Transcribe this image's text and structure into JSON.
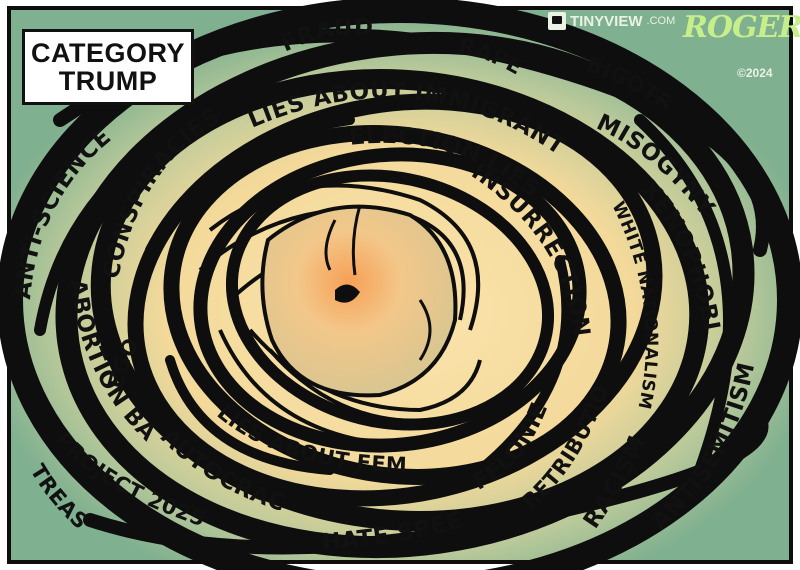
{
  "title": {
    "line1": "CATEGORY",
    "line2": "TRUMP"
  },
  "site": {
    "name": "TINYVIEW",
    "suffix": ".COM",
    "icon": "tinyview-icon"
  },
  "signature": "ROGERS",
  "copyright": "©2024",
  "labels": {
    "fraud": "FRAUD",
    "rape": "RAPE",
    "bigotry": "BIGOTRY",
    "misogyny": "MISOGYNY",
    "xenophobia": "XENOPHOBIA",
    "white_nationalism": "WHITE NATIONALISM",
    "antisemitism": "ANTISEMITISM",
    "racism": "RACISM",
    "retribution": "RETRIBUTION",
    "felonies": "FELONIES",
    "hate_speech": "HATE SPEECH",
    "lies_about_fema": "LIES ABOUT FEMA",
    "autocracy": "AUTOCRACY",
    "project_2025": "PROJECT 2025",
    "treason": "TREASON",
    "abortion_ban": "ABORTION BAN",
    "ego": "EGO",
    "anti_science": "ANTI-SCIENCE",
    "conspiracies": "CONSPIRACIES",
    "lies_about_immigrants": "LIES ABOUT IMMIGRANTS",
    "election_lies": "ELECTION LIES",
    "insurrection": "INSURRECTION"
  },
  "colors": {
    "outer_green": "#7fb08f",
    "inner_cream": "#f3d99a",
    "ink": "#111111",
    "eye_orange": "#f4a25a"
  }
}
